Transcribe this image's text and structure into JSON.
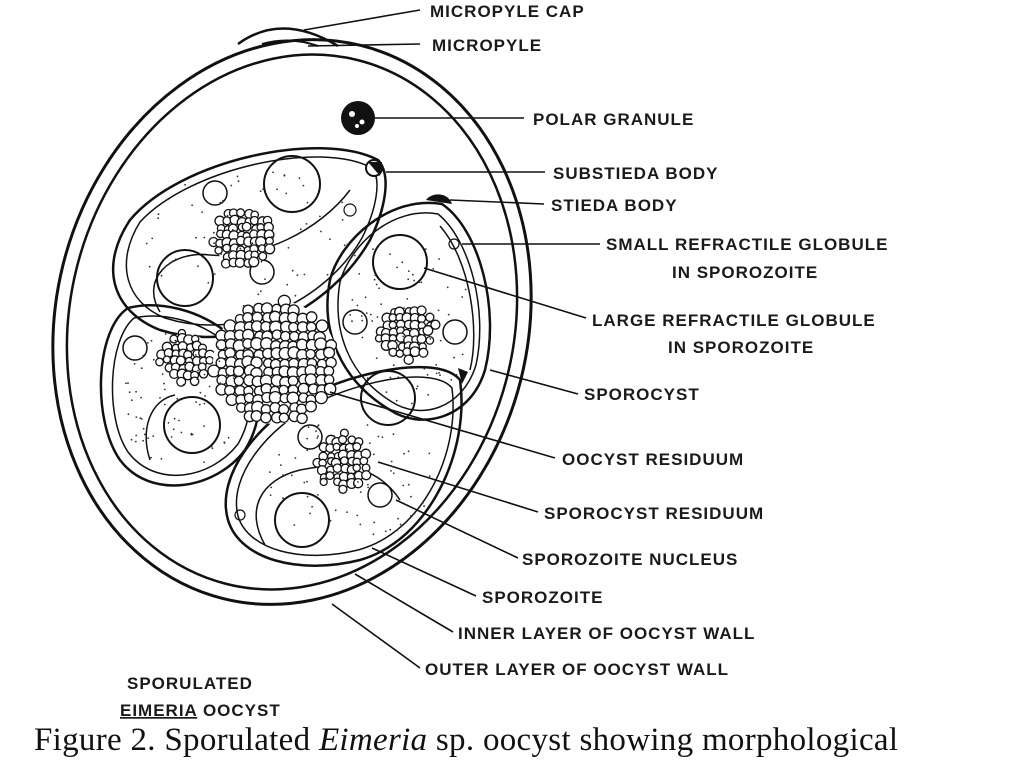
{
  "labels": {
    "micropyle_cap": "MICROPYLE CAP",
    "micropyle": "MICROPYLE",
    "polar_granule": "POLAR GRANULE",
    "substieda_body": "SUBSTIEDA BODY",
    "stieda_body": "STIEDA BODY",
    "small_refractile_line1": "SMALL REFRACTILE GLOBULE",
    "small_refractile_line2": "IN SPOROZOITE",
    "large_refractile_line1": "LARGE REFRACTILE GLOBULE",
    "large_refractile_line2": "IN SPOROZOITE",
    "sporocyst": "SPOROCYST",
    "oocyst_residuum": "OOCYST RESIDUUM",
    "sporocyst_residuum": "SPOROCYST RESIDUUM",
    "sporozoite_nucleus": "SPOROZOITE NUCLEUS",
    "sporozoite": "SPOROZOITE",
    "inner_layer": "INNER LAYER OF OOCYST WALL",
    "outer_layer": "OUTER LAYER OF OOCYST WALL"
  },
  "diagram_title": {
    "line1": "SPORULATED",
    "line2_underlined": "EIMERIA",
    "line2_rest": " OOCYST"
  },
  "caption": {
    "prefix": "Figure 2. Sporulated ",
    "italic": "Eimeria",
    "suffix": " sp. oocyst showing morphological"
  }
}
